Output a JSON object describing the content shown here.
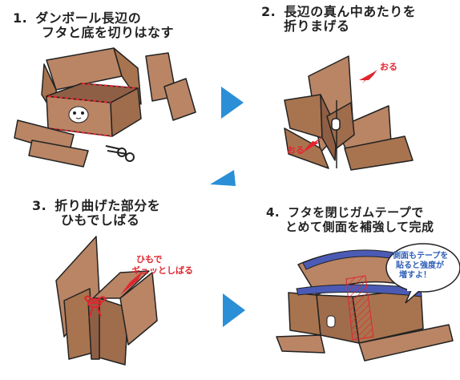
{
  "steps": [
    {
      "number": "1.",
      "line1": "ダンボール長辺の",
      "line2": "フタと底を切りはなす"
    },
    {
      "number": "2.",
      "line1": "長辺の真ん中あたりを",
      "line2": "折りまげる"
    },
    {
      "number": "3.",
      "line1": "折り曲げた部分を",
      "line2": "ひもでしばる"
    },
    {
      "number": "4.",
      "line1": "フタを閉じガムテープで",
      "line2": "とめて側面を補強して完成"
    }
  ],
  "annotations": {
    "fold_top": "おる",
    "fold_bottom": "おる",
    "tie_line1": "ひもで",
    "tie_line2": "ギュッとしばる"
  },
  "bubble": {
    "line1": "側面もテープを",
    "line2": "貼ると強度が",
    "line3": "増すよ！"
  },
  "colors": {
    "arrow": "#2a8fd6",
    "cardboard": "#b98565",
    "cardboard_dark": "#8f5f45",
    "outline": "#222222",
    "red": "#e0262f",
    "tape": "#4b5bb5"
  }
}
